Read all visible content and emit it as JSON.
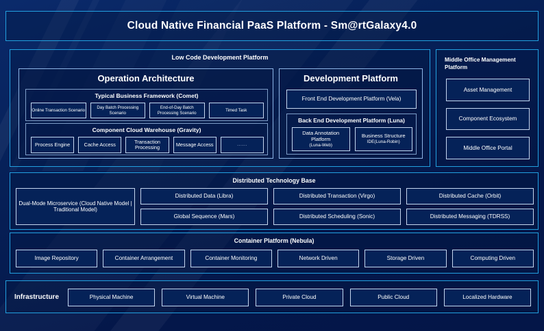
{
  "title": "Cloud Native Financial PaaS Platform - Sm@rtGalaxy4.0",
  "colors": {
    "outer_border": "#22a0e0",
    "panel_border": "#8fb6e8",
    "chip_border": "#c5d6ef",
    "background_deep": "#041a4a",
    "background_light": "#0a2a6b",
    "text": "#ffffff"
  },
  "low_code": {
    "title": "Low Code Development Platform",
    "operation_architecture": {
      "title": "Operation Architecture",
      "typical_business_framework": {
        "title": "Typical Business Framework (Comet)",
        "items": [
          "Online Transaction Scenario",
          "Day Batch Processing Scenario",
          "End-of-Day Batch Processing Scenario",
          "Timed Task"
        ]
      },
      "component_cloud_warehouse": {
        "title": "Component Cloud Warehouse (Gravity)",
        "items": [
          "Process Engine",
          "Cache Access",
          "Transaction Processing",
          "Message Access",
          "......"
        ]
      }
    },
    "development_platform": {
      "title": "Development Platform",
      "front_end": "Front End Development Platform (Vela)",
      "back_end": {
        "title": "Back End Development Platform (Luna)",
        "items": [
          {
            "name": "Data Annotation Platform",
            "sub": "(Luna-Web)"
          },
          {
            "name": "Business Structure",
            "sub": "IDE(Luna-Robin)"
          }
        ]
      }
    }
  },
  "middle_office": {
    "title": "Middle Office Management Platform",
    "items": [
      "Asset Management",
      "Component Ecosystem",
      "Middle Office Portal"
    ]
  },
  "distributed_technology_base": {
    "title": "Distributed Technology Base",
    "wide_item": "Dual-Mode Microservice (Cloud Native Model | Traditional Model)",
    "columns": [
      {
        "top": "Distributed Data (Libra)",
        "bottom": "Global Sequence (Mars)"
      },
      {
        "top": "Distributed Transaction (Virgo)",
        "bottom": "Distributed Scheduling (Sonic)"
      },
      {
        "top": "Distributed Cache (Orbit)",
        "bottom": "Distributed Messaging (TDRSS)"
      }
    ]
  },
  "container_platform": {
    "title": "Container Platform (Nebula)",
    "items": [
      "Image Repository",
      "Container Arrangement",
      "Container Monitoring",
      "Network Driven",
      "Storage Driven",
      "Computing Driven"
    ]
  },
  "infrastructure": {
    "label": "Infrastructure",
    "items": [
      "Physical Machine",
      "Virtual Machine",
      "Private Cloud",
      "Public Cloud",
      "Localized Hardware"
    ]
  }
}
